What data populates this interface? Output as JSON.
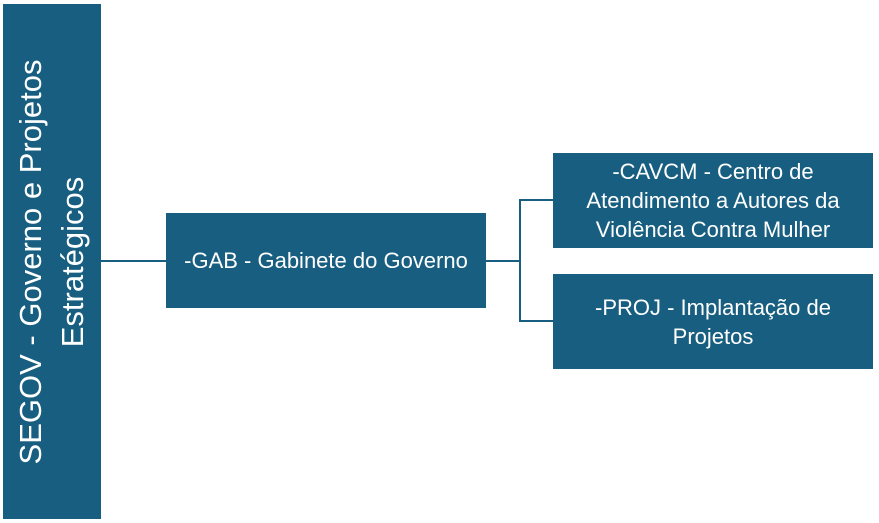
{
  "root": {
    "label": "SEGOV - Governo e Projetos Estratégicos"
  },
  "level1": {
    "label": "-GAB - Gabinete do Governo"
  },
  "level2": [
    {
      "label": "-CAVCM - Centro de Atendimento a Autores da Violência Contra Mulher"
    },
    {
      "label": "-PROJ - Implantação de Projetos"
    }
  ],
  "colors": {
    "box_fill": "#175e80",
    "text": "#ffffff",
    "connector": "#175e80"
  }
}
